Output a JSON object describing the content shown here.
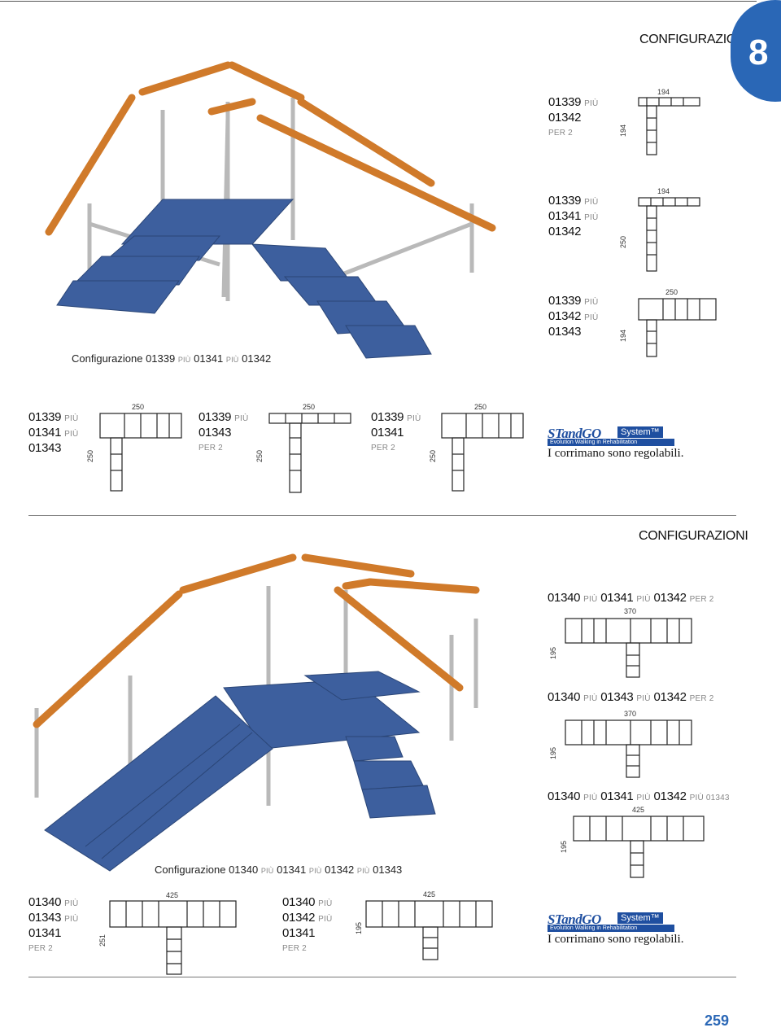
{
  "header": {
    "section_title": "CONFIGURAZIONI",
    "chapter_number": "8"
  },
  "colors": {
    "accent": "#2a67b6",
    "handrail": "#d07a2a",
    "step": "#3d5f9e",
    "frame": "#d9d9d9"
  },
  "top_configs": [
    {
      "l1": "01339",
      "p1": "PIÙ",
      "l2": "01342",
      "p2": "",
      "l3": "",
      "per": "PER 2",
      "dim_h": "194",
      "dim_v": "194"
    },
    {
      "l1": "01339",
      "p1": "PIÙ",
      "l2": "01341",
      "p2": "PIÙ",
      "l3": "01342",
      "per": "",
      "dim_h": "194",
      "dim_v": "250"
    },
    {
      "l1": "01339",
      "p1": "PIÙ",
      "l2": "01342",
      "p2": "PIÙ",
      "l3": "01343",
      "per": "",
      "dim_h": "250",
      "dim_v": "194"
    }
  ],
  "caption_top": {
    "prefix": "Configurazione",
    "c1": "01339",
    "piu1": "PIÙ",
    "c2": "01341",
    "piu2": "PIÙ",
    "c3": "01342"
  },
  "row_configs": [
    {
      "l1": "01339",
      "p1": "PIÙ",
      "l2": "01341",
      "p2": "PIÙ",
      "l3": "01343",
      "per": "",
      "dim_h": "250",
      "dim_v": "250"
    },
    {
      "l1": "01339",
      "p1": "PIÙ",
      "l2": "01343",
      "p2": "",
      "l3": "",
      "per": "PER 2",
      "dim_h": "250",
      "dim_v": "250"
    },
    {
      "l1": "01339",
      "p1": "PIÙ",
      "l2": "01341",
      "p2": "",
      "l3": "",
      "per": "PER 2",
      "dim_h": "250",
      "dim_v": "250"
    }
  ],
  "logo": {
    "brand_st": "ST",
    "brand_and": "and",
    "brand_go": "GO",
    "system": "System™",
    "tagline": "Evolution Walking in Rehabilitation"
  },
  "note": "I corrimano sono regolabili.",
  "section2": {
    "title": "CONFIGURAZIONI"
  },
  "right_configs": [
    {
      "c1": "01340",
      "piu1": "PIÙ",
      "c2": "01341",
      "piu2": "PIÙ",
      "c3": "01342",
      "tail": "PER 2",
      "dim_h": "370",
      "dim_v": "195"
    },
    {
      "c1": "01340",
      "piu1": "PIÙ",
      "c2": "01343",
      "piu2": "PIÙ",
      "c3": "01342",
      "tail": "PER 2",
      "dim_h": "370",
      "dim_v": "195"
    },
    {
      "c1": "01340",
      "piu1": "PIÙ",
      "c2": "01341",
      "piu2": "PIÙ",
      "c3": "01342",
      "tail": "PIÙ 01343",
      "dim_h": "425",
      "dim_v": "195"
    }
  ],
  "caption_bottom": {
    "prefix": "Configurazione",
    "c1": "01340",
    "piu1": "PIÙ",
    "c2": "01341",
    "piu2": "PIÙ",
    "c3": "01342",
    "piu3": "PIÙ",
    "c4": "01343"
  },
  "bottom_configs": [
    {
      "l1": "01340",
      "p1": "PIÙ",
      "l2": "01343",
      "p2": "PIÙ",
      "l3": "01341",
      "per": "PER 2",
      "dim_h": "425",
      "dim_v": "251"
    },
    {
      "l1": "01340",
      "p1": "PIÙ",
      "l2": "01342",
      "p2": "PIÙ",
      "l3": "01341",
      "per": "PER 2",
      "dim_h": "425",
      "dim_v": "195"
    }
  ],
  "page_number": "259"
}
